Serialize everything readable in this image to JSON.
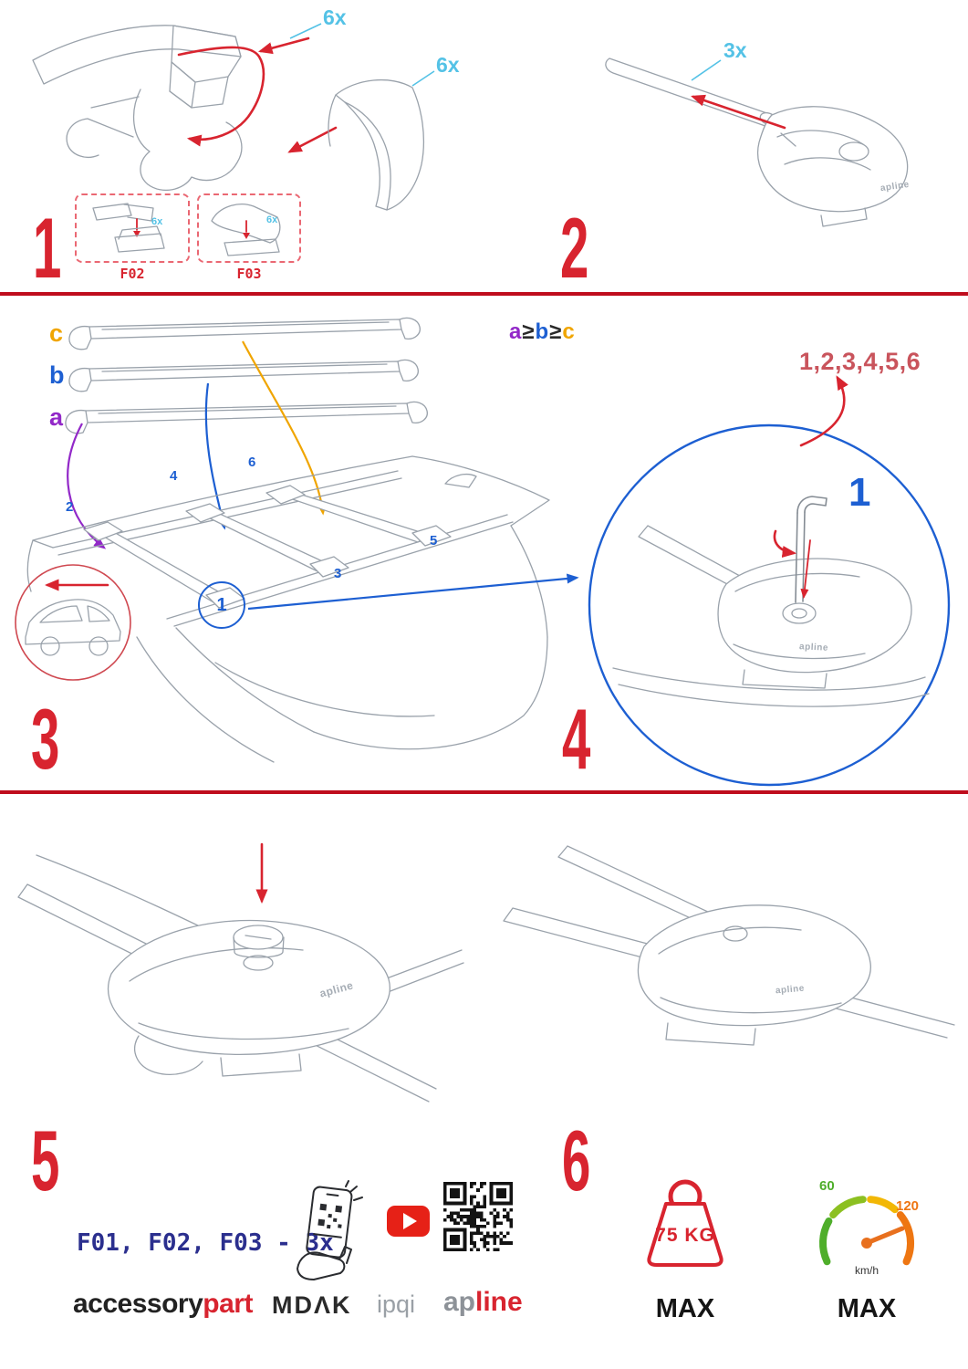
{
  "colors": {
    "red": "#d8242f",
    "divider_red": "#bf0d1d",
    "cyan": "#54c2e6",
    "blue": "#1d5fd2",
    "purple": "#9228c8",
    "orange": "#f0a500",
    "navy": "#2b2f8e",
    "line_gray": "#9aa2ab",
    "sequence_red": "#c9545c",
    "youtube_red": "#e62117",
    "speed_green": "#4fae2b",
    "speed_orange": "#ee7612",
    "ink": "#1f2023",
    "gray_brand": "#8d9298"
  },
  "step1": {
    "number": "1",
    "qty_top": "6x",
    "qty_side": "6x",
    "box1": {
      "label": "F02",
      "qty": "6x"
    },
    "box2": {
      "label": "F03",
      "qty": "6x"
    }
  },
  "step2": {
    "number": "2",
    "qty": "3x"
  },
  "step3": {
    "number": "3",
    "bars": {
      "c": "c",
      "b": "b",
      "a": "a"
    },
    "formula": {
      "a": "a",
      "ge1": "≥",
      "b": "b",
      "ge2": "≥",
      "c": "c"
    },
    "positions": {
      "p1": "1",
      "p2": "2",
      "p3": "3",
      "p4": "4",
      "p5": "5",
      "p6": "6"
    }
  },
  "step4": {
    "number": "4",
    "sequence": "1,2,3,4,5,6",
    "callout": "1"
  },
  "step5": {
    "number": "5"
  },
  "step6": {
    "number": "6"
  },
  "footer": {
    "parts_line": "F01, F02, F03 - 3x",
    "brand_accessory": "accessory",
    "brand_part": "part",
    "brand_mdak": "MDΛK",
    "brand_ipqi": "ipqi",
    "brand_ap": "ap",
    "brand_line": "line",
    "weight_value": "75 KG",
    "weight_max": "MAX",
    "speed_low": "60",
    "speed_high": "120",
    "speed_unit": "km/h",
    "speed_max": "MAX"
  },
  "foot_brand": "apline"
}
